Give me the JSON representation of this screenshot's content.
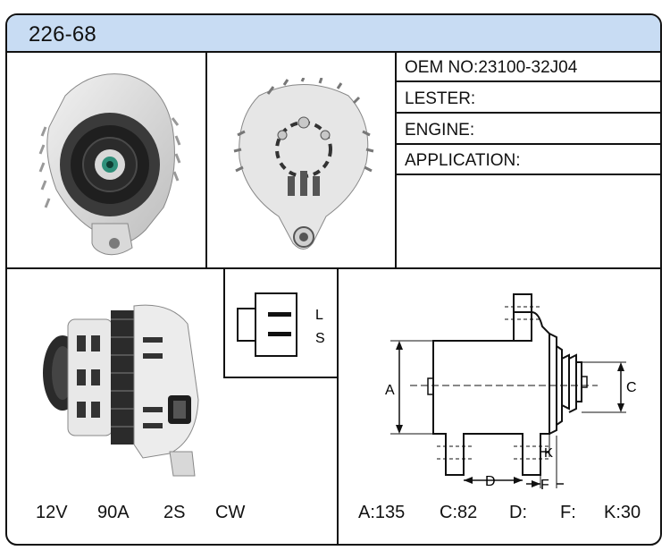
{
  "header": {
    "title": "226-68"
  },
  "info": {
    "oem_label": "OEM NO:",
    "oem_value": "23100-32J04",
    "lester_label": "LESTER:",
    "engine_label": "ENGINE:",
    "application_label": "APPLICATION:"
  },
  "connector": {
    "pin_top": "L",
    "pin_bottom": "S"
  },
  "specs_left": {
    "voltage": "12V",
    "amperage": "90A",
    "plug": "2S",
    "rotation": "CW"
  },
  "dimension_labels": {
    "a": "A",
    "c": "C",
    "d": "D",
    "f": "F",
    "k": "K"
  },
  "specs_right": {
    "a": "A:135",
    "c": "C:82",
    "d": "D:",
    "f": "F:",
    "k": "K:30"
  },
  "colors": {
    "header_bg": "#c8dcf3",
    "border": "#111111"
  }
}
